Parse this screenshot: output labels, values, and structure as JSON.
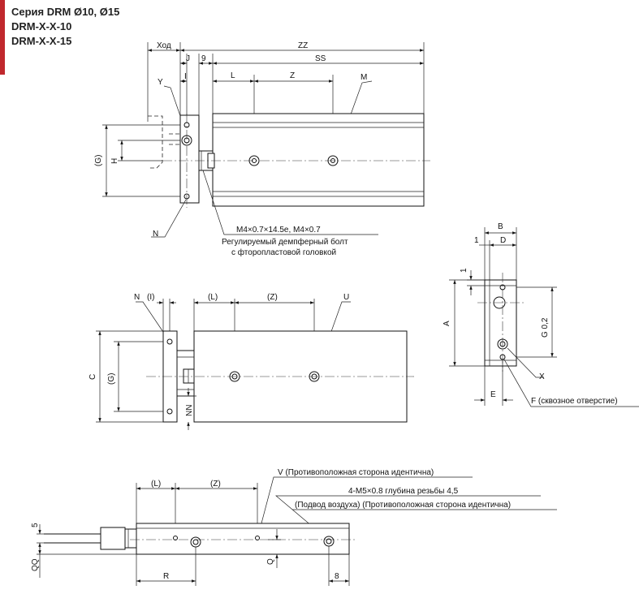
{
  "header": {
    "series_title": "Серия DRM Ø10, Ø15",
    "model_1": "DRM-X-X-10",
    "model_2": "DRM-X-X-15",
    "accent_color": "#c0282d"
  },
  "top_view": {
    "dim_stroke": "Ход",
    "dim_zz": "ZZ",
    "dim_j": "J",
    "dim_9": "9",
    "dim_ss": "SS",
    "dim_i": "I",
    "dim_l": "L",
    "dim_z": "Z",
    "dim_m": "M",
    "dim_y": "Y",
    "dim_g": "(G)",
    "dim_h": "H",
    "dim_n": "N",
    "bolt_spec": "M4×0.7×14.5e, M4×0.7",
    "bolt_note_1": "Регулируемый демпферный болт",
    "bolt_note_2": "с фторопластовой головкой"
  },
  "front_view": {
    "dim_n": "N",
    "dim_i": "(I)",
    "dim_l": "(L)",
    "dim_z": "(Z)",
    "dim_u": "U",
    "dim_c": "C",
    "dim_g": "(G)",
    "dim_nn": "NN"
  },
  "side_view": {
    "dim_b": "B",
    "dim_1a": "1",
    "dim_d": "D",
    "dim_1b": "1",
    "dim_a": "A",
    "dim_g02": "G 0,2",
    "dim_x": "X",
    "dim_e": "E",
    "dim_f": "F (сквозное отверстие)"
  },
  "bottom_view": {
    "dim_v": "V (Противоположная сторона идентична)",
    "dim_thread": "4-M5×0.8 глубина резьбы 4,5",
    "dim_air": "(Подвод воздуха) (Противоположная сторона идентична)",
    "dim_l": "(L)",
    "dim_z": "(Z)",
    "dim_5": "5",
    "dim_qq": "QQ",
    "dim_q": "Q",
    "dim_r": "R",
    "dim_8": "8"
  }
}
